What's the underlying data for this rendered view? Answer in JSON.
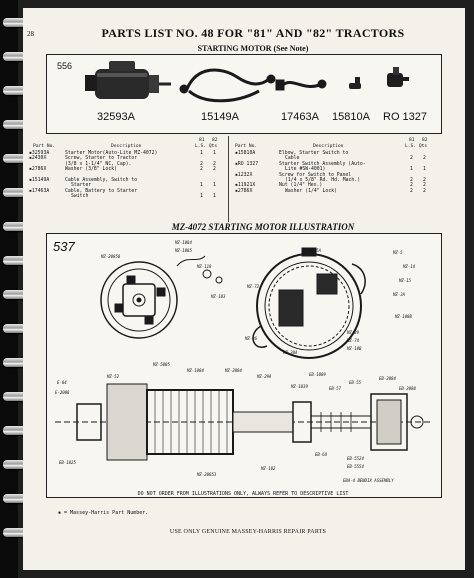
{
  "page_number": "28",
  "title": "PARTS LIST NO. 48 FOR \"81\" AND \"82\" TRACTORS",
  "subtitle": "STARTING MOTOR (See Note)",
  "photo_labels": [
    "556",
    "32593A",
    "15149A",
    "17463A",
    "15810A",
    "RO 1327"
  ],
  "table_headers": {
    "part_no": "Part No.",
    "description": "Description",
    "model_81": "81",
    "model_82": "82",
    "qty": "L.S. Qts"
  },
  "left_rows": [
    {
      "part": "▪32593A",
      "desc": "Starter Motor(Auto-Lite MZ-4072)",
      "q81": "1",
      "q82": "1"
    },
    {
      "part": "▪2430X",
      "desc": "Screw, Starter to Tractor",
      "q81": "",
      "q82": ""
    },
    {
      "part": "",
      "desc": "(3/8 x 1-1/4\" NC, Cap).",
      "q81": "2",
      "q82": "2"
    },
    {
      "part": "▪2786X",
      "desc": "Washer (3/8\" Lock)",
      "q81": "2",
      "q82": "2"
    },
    {
      "part": "",
      "desc": "",
      "q81": "",
      "q82": ""
    },
    {
      "part": "▪15149A",
      "desc": "Cable Assembly, Switch to",
      "q81": "",
      "q82": ""
    },
    {
      "part": "",
      "desc": "Starter",
      "q81": "1",
      "q82": "1"
    },
    {
      "part": "▪17463A",
      "desc": "Cable, Battery to Starter",
      "q81": "",
      "q82": ""
    },
    {
      "part": "",
      "desc": "Switch",
      "q81": "1",
      "q82": "1"
    }
  ],
  "right_rows": [
    {
      "part": "▪15810A",
      "desc": "Elbow, Starter Switch to",
      "q81": "",
      "q82": ""
    },
    {
      "part": "",
      "desc": "Cable",
      "q81": "2",
      "q82": "2"
    },
    {
      "part": "▪RO 1327",
      "desc": "Starter Switch Assembly (Auto-",
      "q81": "",
      "q82": ""
    },
    {
      "part": "",
      "desc": "Lite #SW-4001)",
      "q81": "1",
      "q82": "1"
    },
    {
      "part": "▪1232X",
      "desc": "Screw for Switch to Panel",
      "q81": "",
      "q82": ""
    },
    {
      "part": "",
      "desc": "(1/4 x 5/8\" Rd. Hd. Mach.)",
      "q81": "2",
      "q82": "2"
    },
    {
      "part": "▪11921X",
      "desc": "Nut (1/4\" Hex.)",
      "q81": "2",
      "q82": "2"
    },
    {
      "part": "▪2786X",
      "desc": "Washer (1/4\" Lock)",
      "q81": "2",
      "q82": "2"
    }
  ],
  "illustration_title": "MZ-4072 STARTING MOTOR ILLUSTRATION",
  "figure_number": "537",
  "callouts": [
    "MZ-1084",
    "MZ-1085",
    "MZ-20058",
    "MZ-5A",
    "MZ-5",
    "MZ-14",
    "MZ-15",
    "MZ-3A",
    "MZ-100B",
    "MZ-29",
    "MZ-74",
    "MZ-10B",
    "MZ-38A",
    "MZ-26",
    "MZ-72",
    "MZ-118",
    "MZ-103",
    "MZ-5005",
    "MZ-1004",
    "MZ-2004",
    "MZ-29A",
    "E-84",
    "E-2008",
    "MZ-52",
    "MZ-1039",
    "EB-1009",
    "EB-57",
    "EB-55",
    "EB-2004",
    "EB-2008",
    "EB-64",
    "EB-5524",
    "EB-5554",
    "EB-1025",
    "MZ-20053",
    "MZ-102",
    "EBA-4 BENDIX ASSEMBLY"
  ],
  "notice": "DO NOT ORDER FROM ILLUSTRATIONS ONLY, ALWAYS REFER TO DESCRIPTIVE LIST",
  "footnote": "▪ = Massey-Harris Part Number.",
  "footer": "USE ONLY GENUINE MASSEY-HARRIS REPAIR PARTS"
}
